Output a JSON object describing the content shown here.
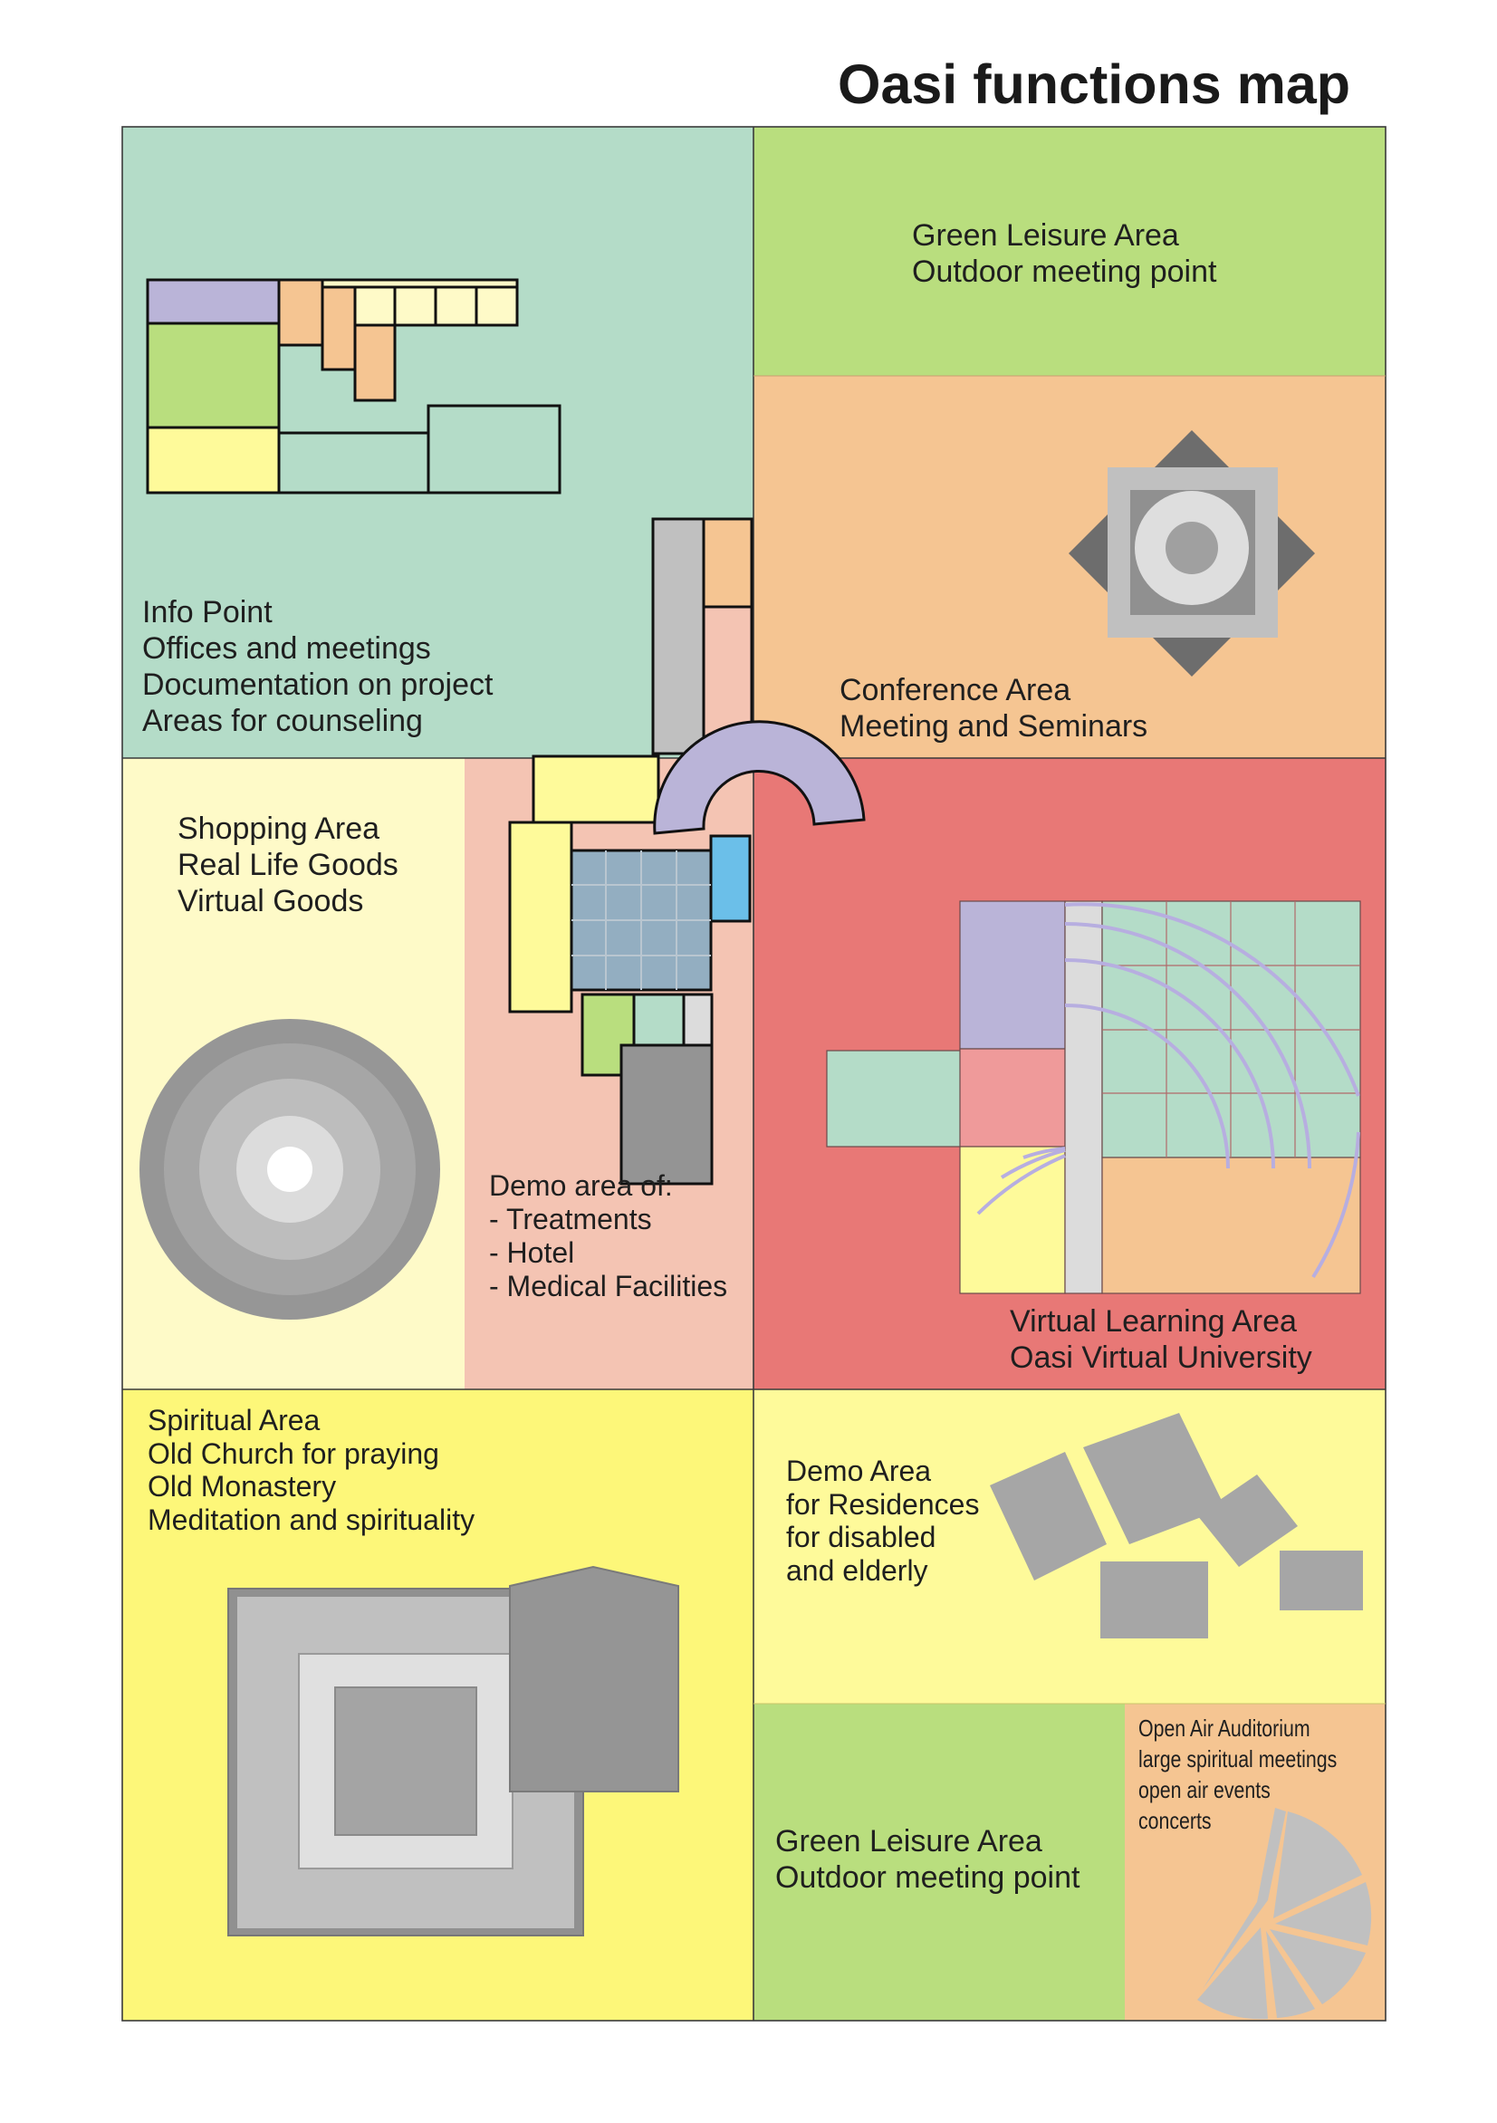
{
  "title": "Oasi functions map",
  "zones": {
    "info_point": {
      "color": "#b4dcc8",
      "lines": [
        "Info Point",
        "Offices and meetings",
        "Documentation on project",
        "Areas for counseling"
      ]
    },
    "green_leisure_top": {
      "color": "#b9de7e",
      "lines": [
        "Green Leisure Area",
        "Outdoor meeting point"
      ]
    },
    "conference": {
      "color": "#f5c592",
      "lines": [
        "Conference Area",
        "Meeting and Seminars"
      ]
    },
    "shopping": {
      "color": "#fefac8",
      "lines": [
        "Shopping Area",
        "Real Life Goods",
        "Virtual Goods"
      ]
    },
    "demo_treatments": {
      "color": "#f4c4b3",
      "lines": [
        "Demo area of:",
        "- Treatments",
        "- Hotel",
        "- Medical Facilities"
      ]
    },
    "virtual_learning": {
      "color": "#e87876",
      "lines": [
        "Virtual Learning Area",
        "Oasi Virtual University"
      ]
    },
    "spiritual": {
      "color": "#fdf779",
      "lines": [
        "Spiritual Area",
        "Old Church for praying",
        "Old Monastery",
        "Meditation and spirituality"
      ]
    },
    "demo_residences": {
      "color": "#fefa9a",
      "lines": [
        "Demo Area",
        "for Residences",
        "for disabled",
        "and elderly"
      ]
    },
    "green_leisure_bottom": {
      "color": "#b9de7e",
      "lines": [
        "Green Leisure Area",
        "Outdoor meeting point"
      ]
    },
    "open_air": {
      "color": "#f5c592",
      "lines": [
        "Open Air Auditorium",
        "large spiritual meetings",
        "open air events",
        "concerts"
      ]
    }
  }
}
